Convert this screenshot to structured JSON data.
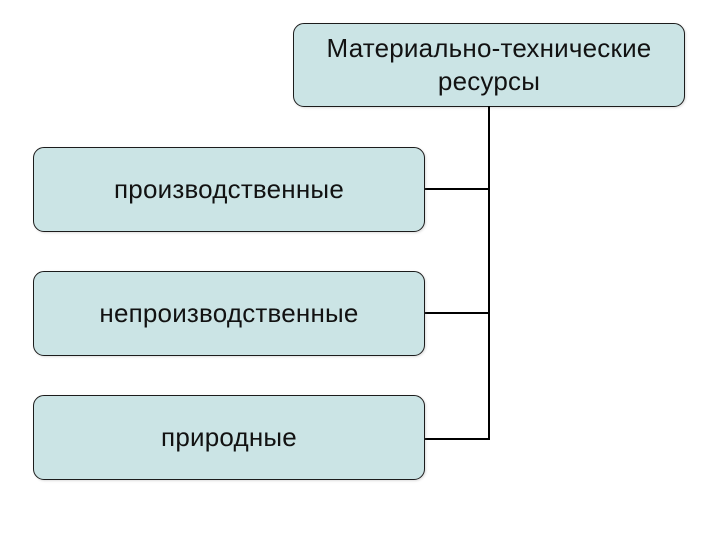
{
  "diagram": {
    "type": "hierarchy",
    "root": {
      "id": "material-technical-resources",
      "label": "Материально-технические ресурсы"
    },
    "children": [
      {
        "id": "production",
        "label": "производственные"
      },
      {
        "id": "non-production",
        "label": "непроизводственные"
      },
      {
        "id": "natural",
        "label": "природные"
      }
    ],
    "connectors": [
      {
        "from": "material-technical-resources",
        "to": "production",
        "style": "elbow"
      },
      {
        "from": "material-technical-resources",
        "to": "non-production",
        "style": "elbow"
      },
      {
        "from": "material-technical-resources",
        "to": "natural",
        "style": "elbow"
      }
    ]
  },
  "colors": {
    "bg": "#ffffff",
    "node_fill": "#cbe4e5",
    "node_border": "#1c1c1c",
    "line": "#000000",
    "text": "#121212"
  }
}
